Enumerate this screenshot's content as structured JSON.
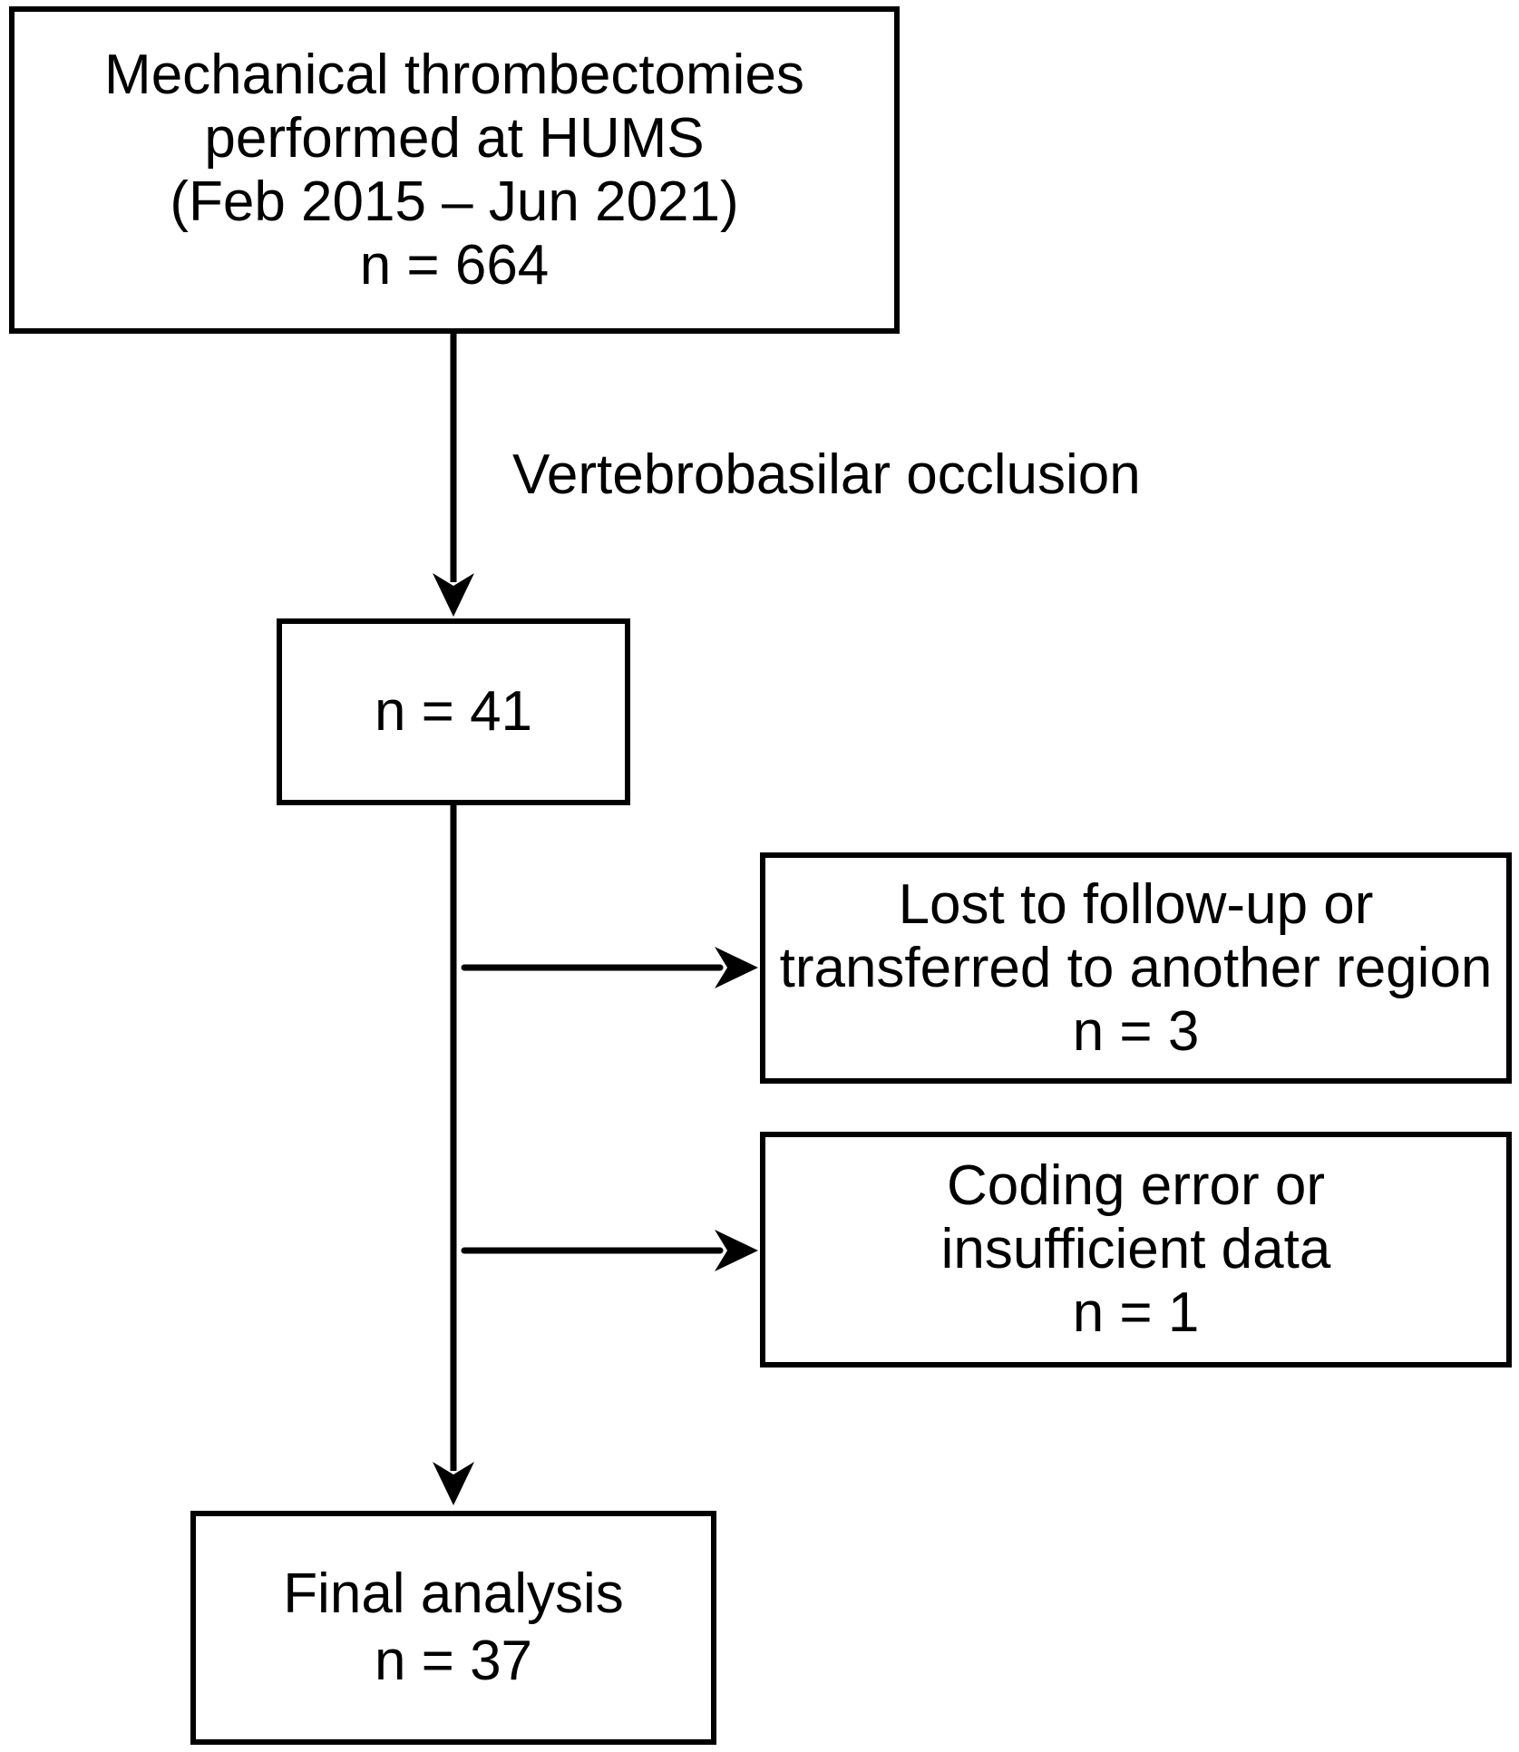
{
  "figure": {
    "type": "flowchart",
    "background_color": "#ffffff",
    "line_color": "#000000",
    "text_color": "#000000",
    "nodes": {
      "source": {
        "lines": [
          "Mechanical thrombectomies",
          "performed at HUMS",
          "(Feb 2015 – Jun 2021)",
          "n = 664"
        ]
      },
      "cohort": {
        "lines": [
          "n = 41"
        ]
      },
      "excluded_lost": {
        "lines": [
          "Lost to follow-up or",
          "transferred to another region",
          "n = 3"
        ]
      },
      "excluded_coding": {
        "lines": [
          "Coding error or",
          "insufficient data",
          "n = 1"
        ]
      },
      "final": {
        "lines": [
          "Final analysis",
          "n = 37"
        ]
      }
    },
    "edge_label": "Vertebrobasilar occlusion"
  }
}
